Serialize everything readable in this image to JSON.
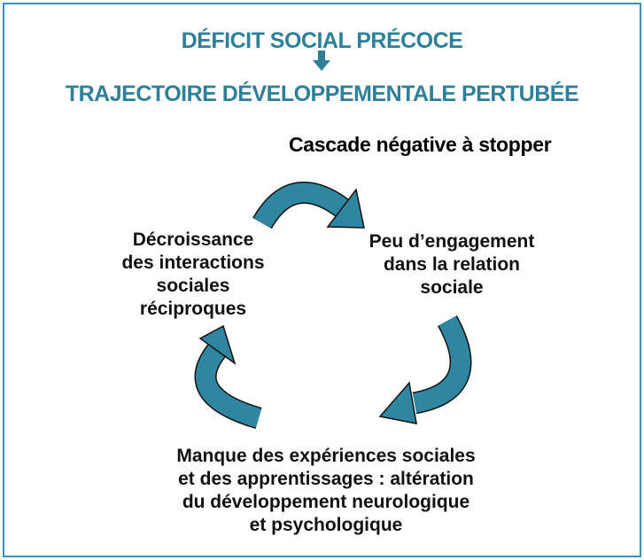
{
  "header": {
    "title_line1": "DÉFICIT SOCIAL PRÉCOCE",
    "title_line2": "TRAJECTOIRE DÉVELOPPEMENTALE PERTUBÉE",
    "subtitle": "Cascade négative à stopper"
  },
  "cycle": {
    "left": [
      "Décroissance",
      "des interactions",
      "sociales",
      "réciproques"
    ],
    "right": [
      "Peu d’engagement",
      "dans la relation",
      "sociale"
    ],
    "bottom": [
      "Manque des expériences sociales",
      "et des apprentissages : altération",
      "du développement neurologique",
      "et psychologique"
    ]
  },
  "colors": {
    "accent": "#2e7f9a",
    "arrow": "#2f86a0",
    "border": "#3a93b5"
  }
}
